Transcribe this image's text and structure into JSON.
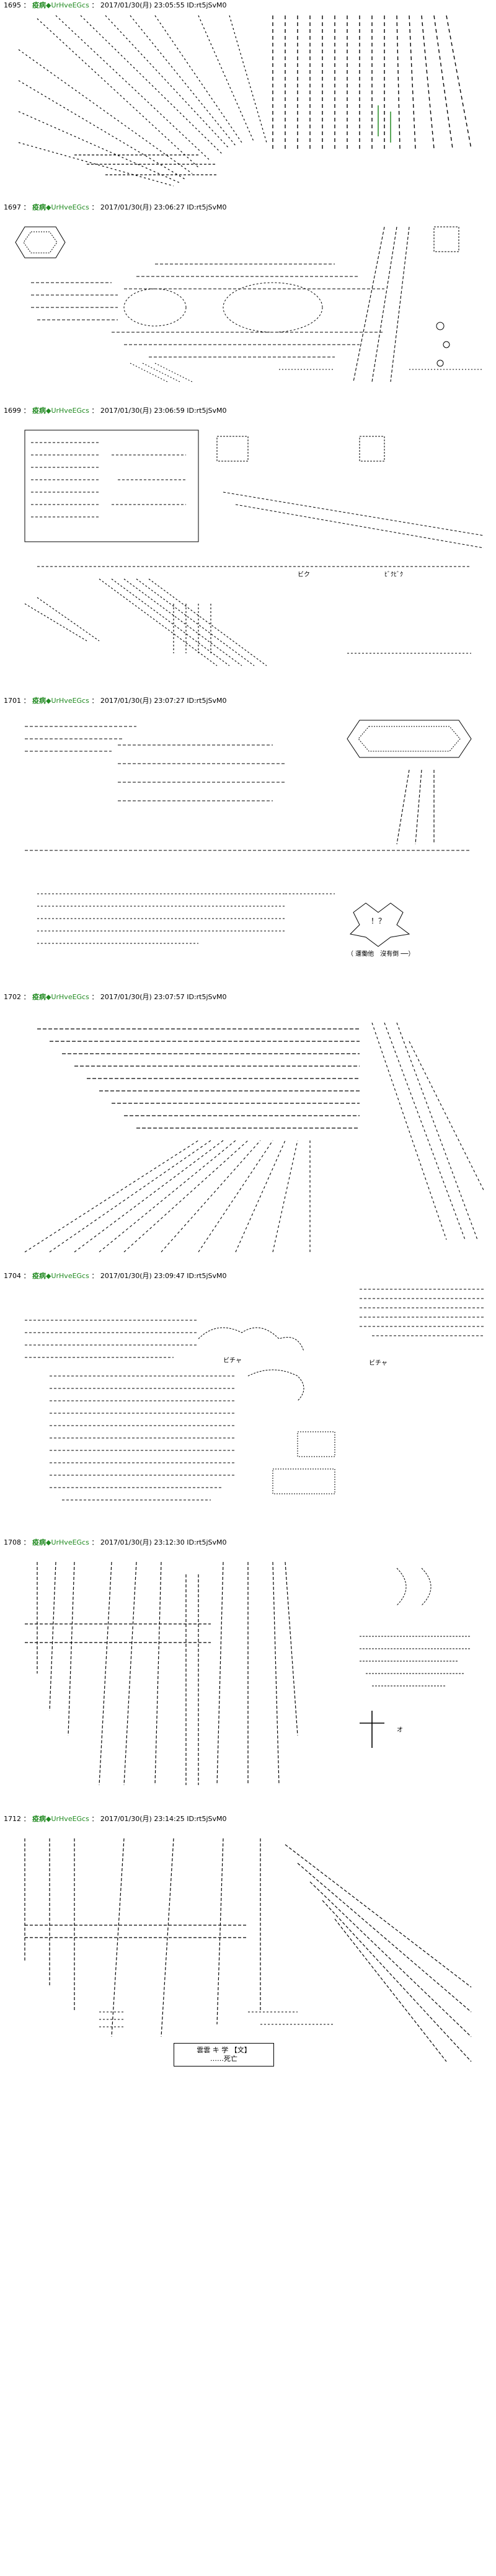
{
  "posts": [
    {
      "number": "1695",
      "sep": "：",
      "name": "疫病",
      "trip": "◆UrHveEGcs",
      "sep2": "：",
      "date": "2017/01/30(月)",
      "time": "23:05:55",
      "id": "ID:rt5jSvM0"
    },
    {
      "number": "1697",
      "sep": "：",
      "name": "疫病",
      "trip": "◆UrHveEGcs",
      "sep2": "：",
      "date": "2017/01/30(月)",
      "time": "23:06:27",
      "id": "ID:rt5jSvM0"
    },
    {
      "number": "1699",
      "sep": "：",
      "name": "疫病",
      "trip": "◆UrHveEGcs",
      "sep2": "：",
      "date": "2017/01/30(月)",
      "time": "23:06:59",
      "id": "ID:rt5jSvM0"
    },
    {
      "number": "1701",
      "sep": "：",
      "name": "疫病",
      "trip": "◆UrHveEGcs",
      "sep2": "：",
      "date": "2017/01/30(月)",
      "time": "23:07:27",
      "id": "ID:rt5jSvM0"
    },
    {
      "number": "1702",
      "sep": "：",
      "name": "疫病",
      "trip": "◆UrHveEGcs",
      "sep2": "：",
      "date": "2017/01/30(月)",
      "time": "23:07:57",
      "id": "ID:rt5jSvM0"
    },
    {
      "number": "1704",
      "sep": "：",
      "name": "疫病",
      "trip": "◆UrHveEGcs",
      "sep2": "：",
      "date": "2017/01/30(月)",
      "time": "23:09:47",
      "id": "ID:rt5jSvM0"
    },
    {
      "number": "1708",
      "sep": "：",
      "name": "疫病",
      "trip": "◆UrHveEGcs",
      "sep2": "：",
      "date": "2017/01/30(月)",
      "time": "23:12:30",
      "id": "ID:rt5jSvM0"
    },
    {
      "number": "1712",
      "sep": "：",
      "name": "疫病",
      "trip": "◆UrHveEGcs",
      "sep2": "：",
      "date": "2017/01/30(月)",
      "time": "23:14:25",
      "id": "ID:rt5jSvM0"
    }
  ],
  "art_text": {
    "p1699_sfx_a": "ビク",
    "p1699_sfx_b": "ﾋﾞｸﾋﾞｸ",
    "p1701_sfx": "！？",
    "p1701_caption": "（ 運働他　沒有倒 ──）",
    "p1704_sfx_a": "ビチャ",
    "p1704_sfx_b": "ビチャ",
    "p1708_sfx": "オ",
    "p1712_box_line1": "雲雲 キ 学 【文】",
    "p1712_box_line2": "……死亡"
  },
  "colors": {
    "name": "#228b22",
    "ink": "#000000",
    "paper": "#ffffff"
  }
}
